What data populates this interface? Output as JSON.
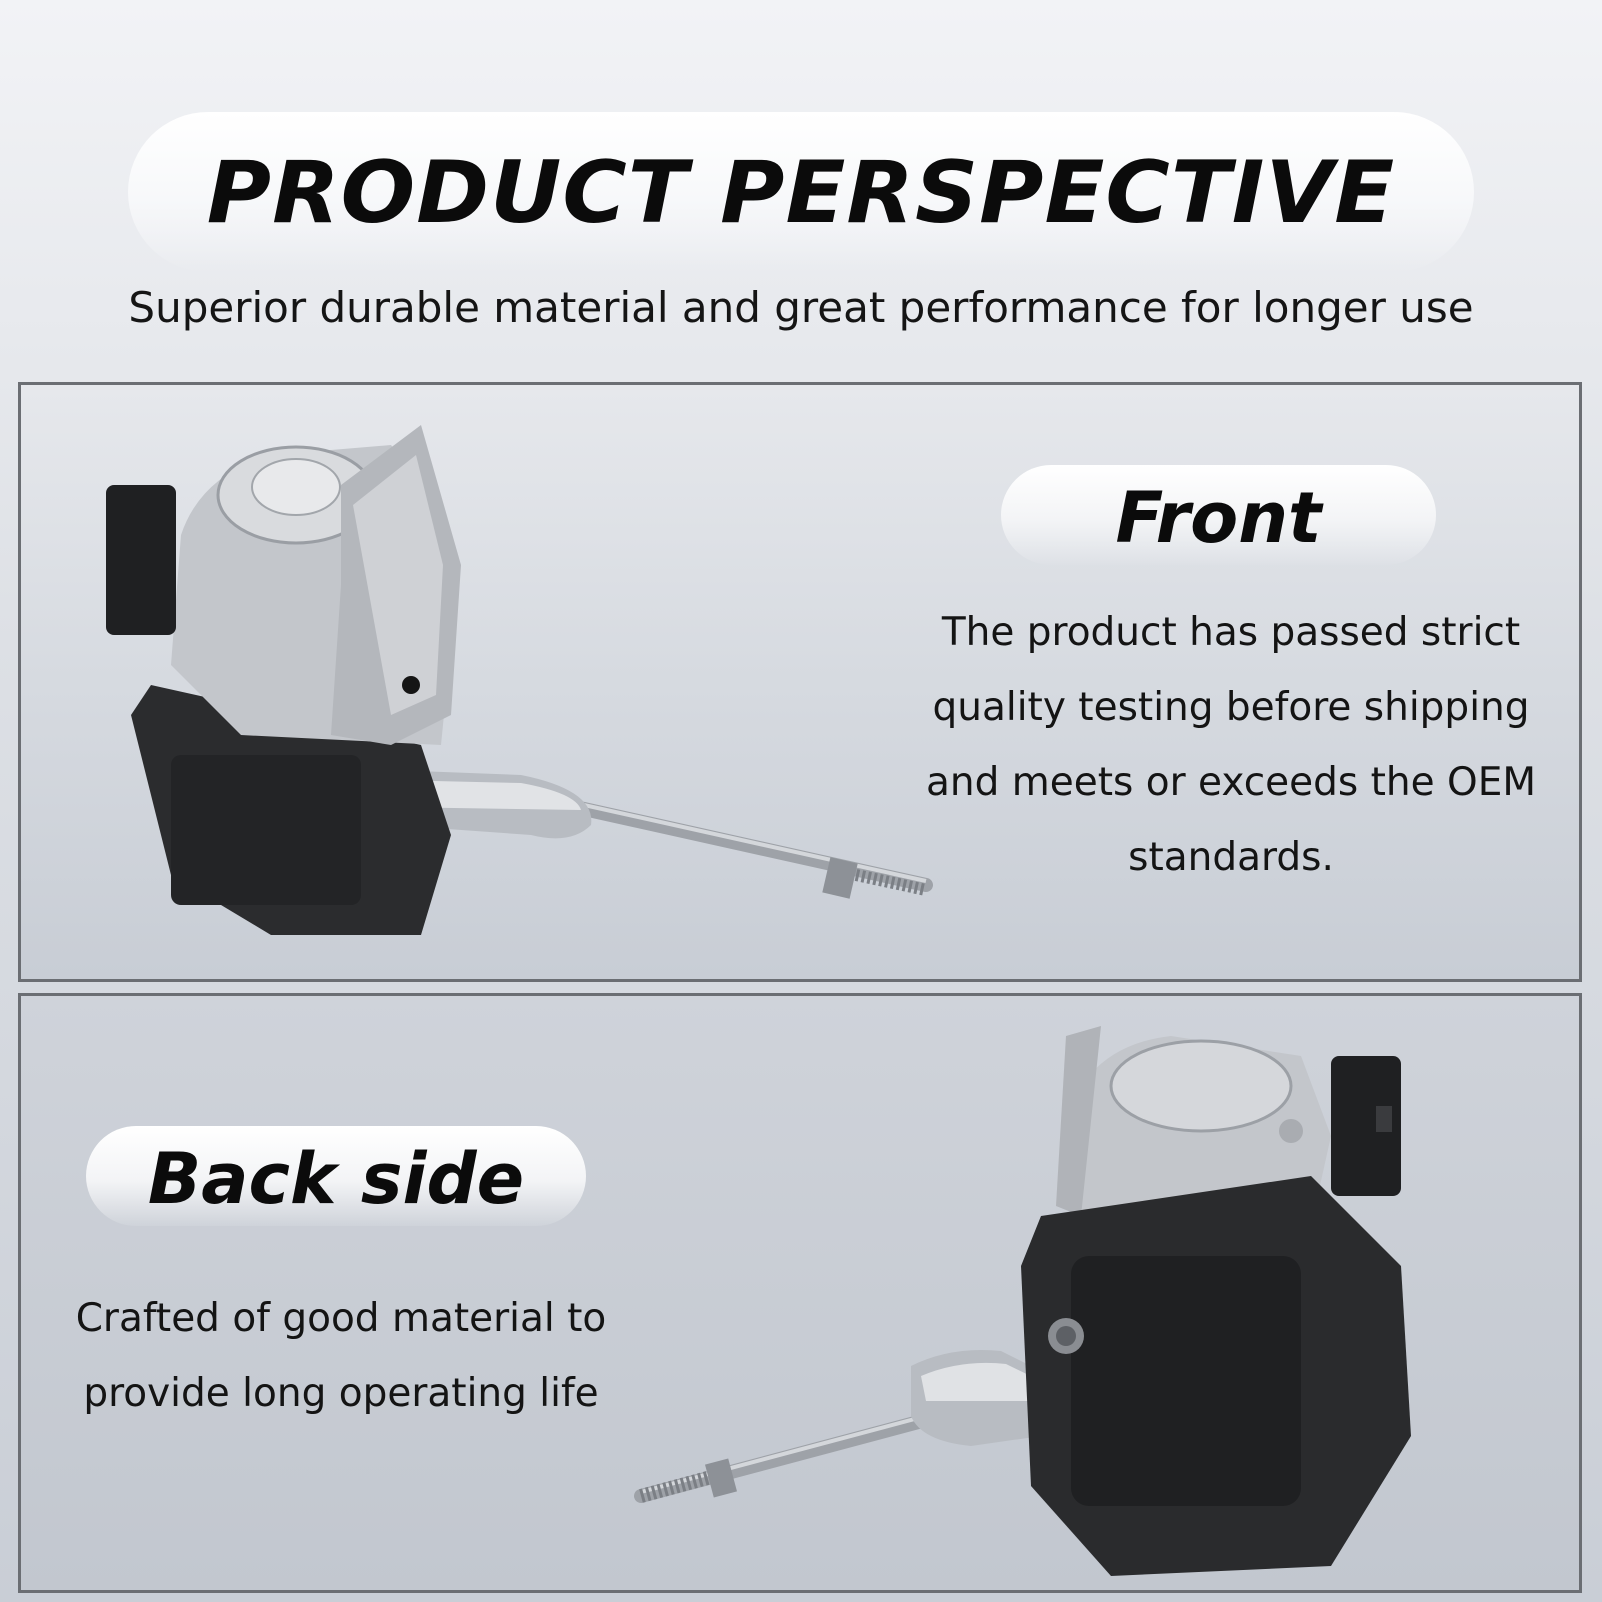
{
  "header": {
    "title": "PRODUCT PERSPECTIVE",
    "subtitle": "Superior durable material and great performance for longer use"
  },
  "front": {
    "label": "Front",
    "description_lines": [
      "The product has passed strict",
      "quality testing before shipping",
      "and meets or exceeds the OEM",
      "standards."
    ]
  },
  "back": {
    "label": "Back side",
    "description_lines": [
      "Crafted of good material to",
      "provide long operating life"
    ]
  }
}
